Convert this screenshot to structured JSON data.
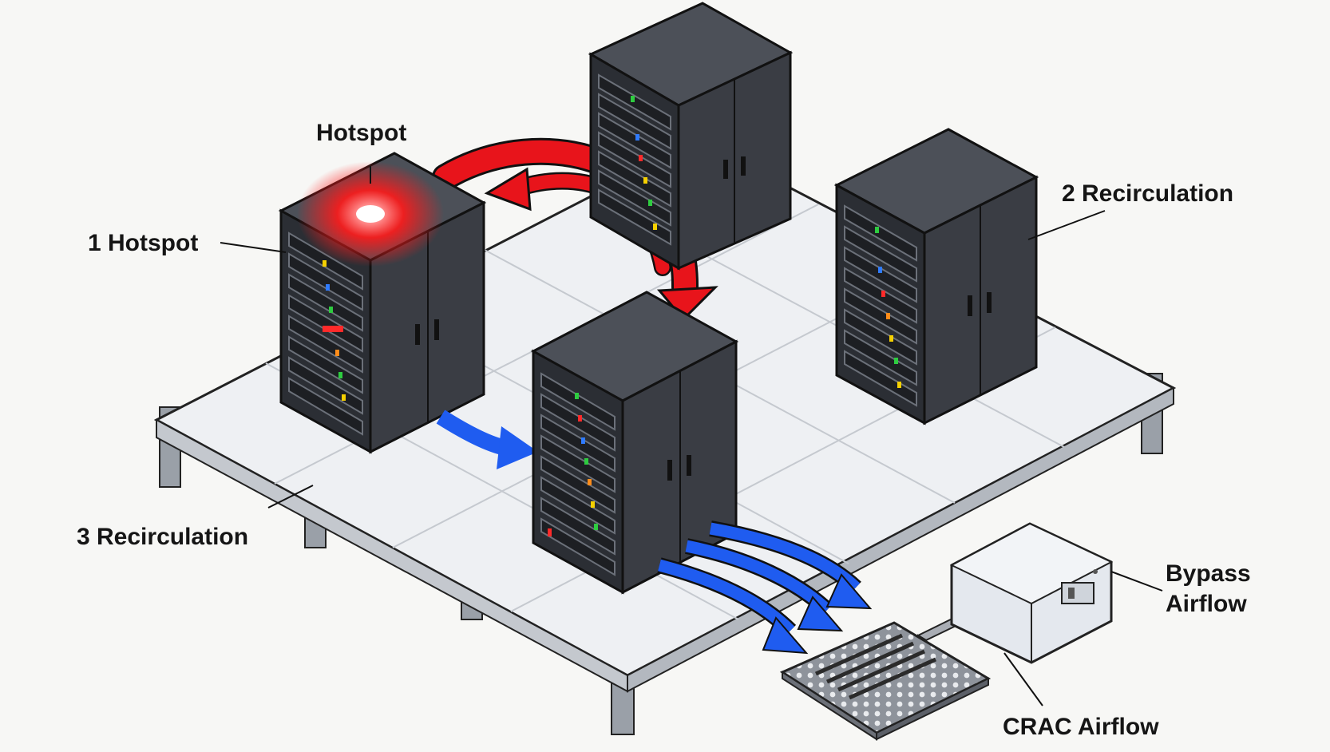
{
  "labels": {
    "hotspot_top": "Hotspot",
    "hotspot_1": "1 Hotspot",
    "recirculation_2": "2 Recirculation",
    "recirculation_3": "3 Recirculation",
    "bypass_line1": "Bypass",
    "bypass_line2": "Airflow",
    "crac_airflow": "CRAC Airflow"
  },
  "colors": {
    "rack_body": "#3a3d44",
    "rack_top": "#4c5058",
    "floor_tile": "#eef0f3",
    "hot_air_arrow": "#e8141b",
    "cool_air_arrow": "#1f5cf0",
    "hotspot_glow": "#ff1a1a",
    "crac_unit": "#dfe4ea"
  },
  "icons": [
    "server-rack-icon",
    "hotspot-glow-icon",
    "floor-vent-grille-icon",
    "crac-unit-icon"
  ]
}
